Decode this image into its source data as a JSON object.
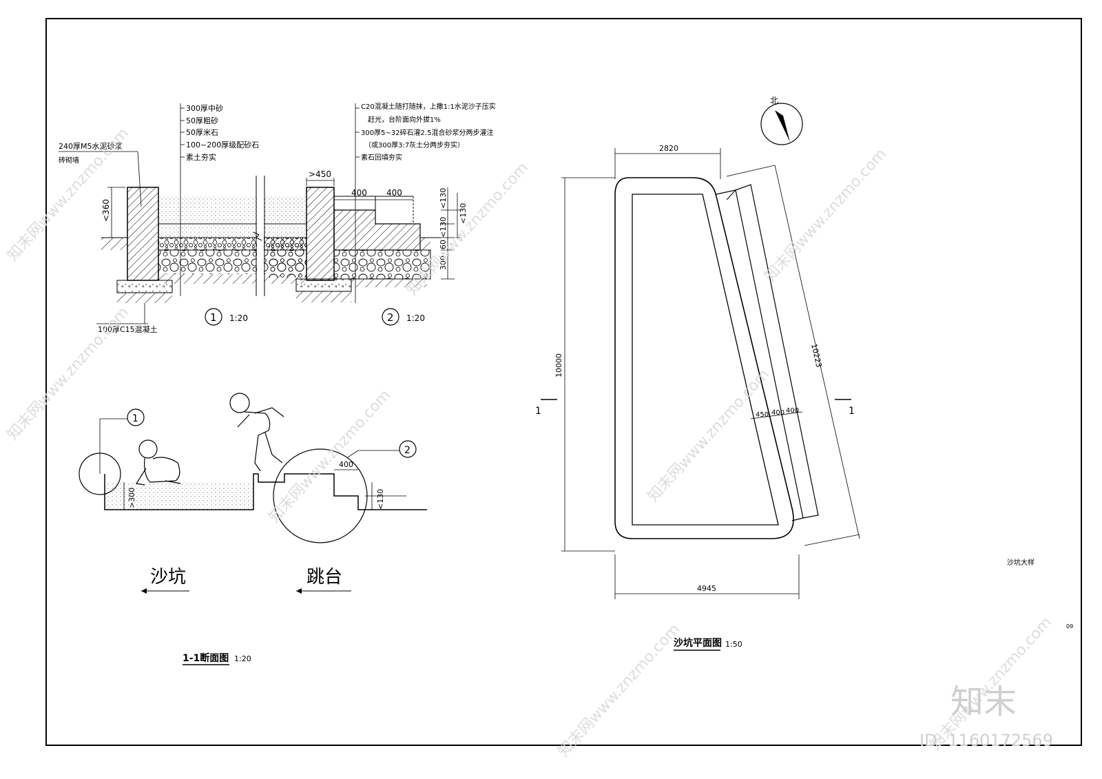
{
  "detail1": {
    "layers": [
      "300厚中砂",
      "50厚粗砂",
      "50厚米石",
      "100~200厚级配砂石",
      "素土夯实"
    ],
    "wall_label_1": "240厚M5水泥砂浆",
    "wall_label_2": "砖砌墙",
    "base_label": "100厚C15混凝土",
    "dim_height": "<360",
    "scale": "1:20",
    "marker": "1"
  },
  "detail2": {
    "notes": [
      "C20混凝土随打随抹，上撒1:1水泥沙子压实",
      "赶光，台阶面向外拔1%",
      "300厚5~32碎石灌2.5混合砂浆分两步灌注",
      "（或300厚3:7灰土分两步夯实）",
      "素石回填夯实"
    ],
    "dim_top": ">450",
    "dim_a": "400",
    "dim_b": "400",
    "dim_v1": "<130",
    "dim_v2": "<130",
    "dim_v3": "<130",
    "dim_v4": "60",
    "dim_v5": "300",
    "scale": "1:20",
    "marker": "2"
  },
  "section": {
    "marker1": "1",
    "marker2": "2",
    "dim_depth": ">300",
    "dim_step": "400",
    "dim_rise": "<130",
    "label_pit": "沙坑",
    "label_platform": "跳台",
    "title": "1-1断面图",
    "scale": "1:20"
  },
  "plan": {
    "north": "北",
    "dim_top": "2820",
    "dim_left": "10000",
    "dim_right": "10223",
    "dim_bottom": "4945",
    "dim_step1": "450",
    "dim_step2": "400",
    "dim_step3": "400",
    "cut_left": "1",
    "cut_right": "1",
    "title": "沙坑平面图",
    "scale": "1:50"
  },
  "sheet": {
    "note": "沙坑大样",
    "page_no": "09",
    "watermark_logo": "知末",
    "watermark_id": "ID: 1160172569",
    "watermark_text": "知末网www.znzmo.com"
  }
}
